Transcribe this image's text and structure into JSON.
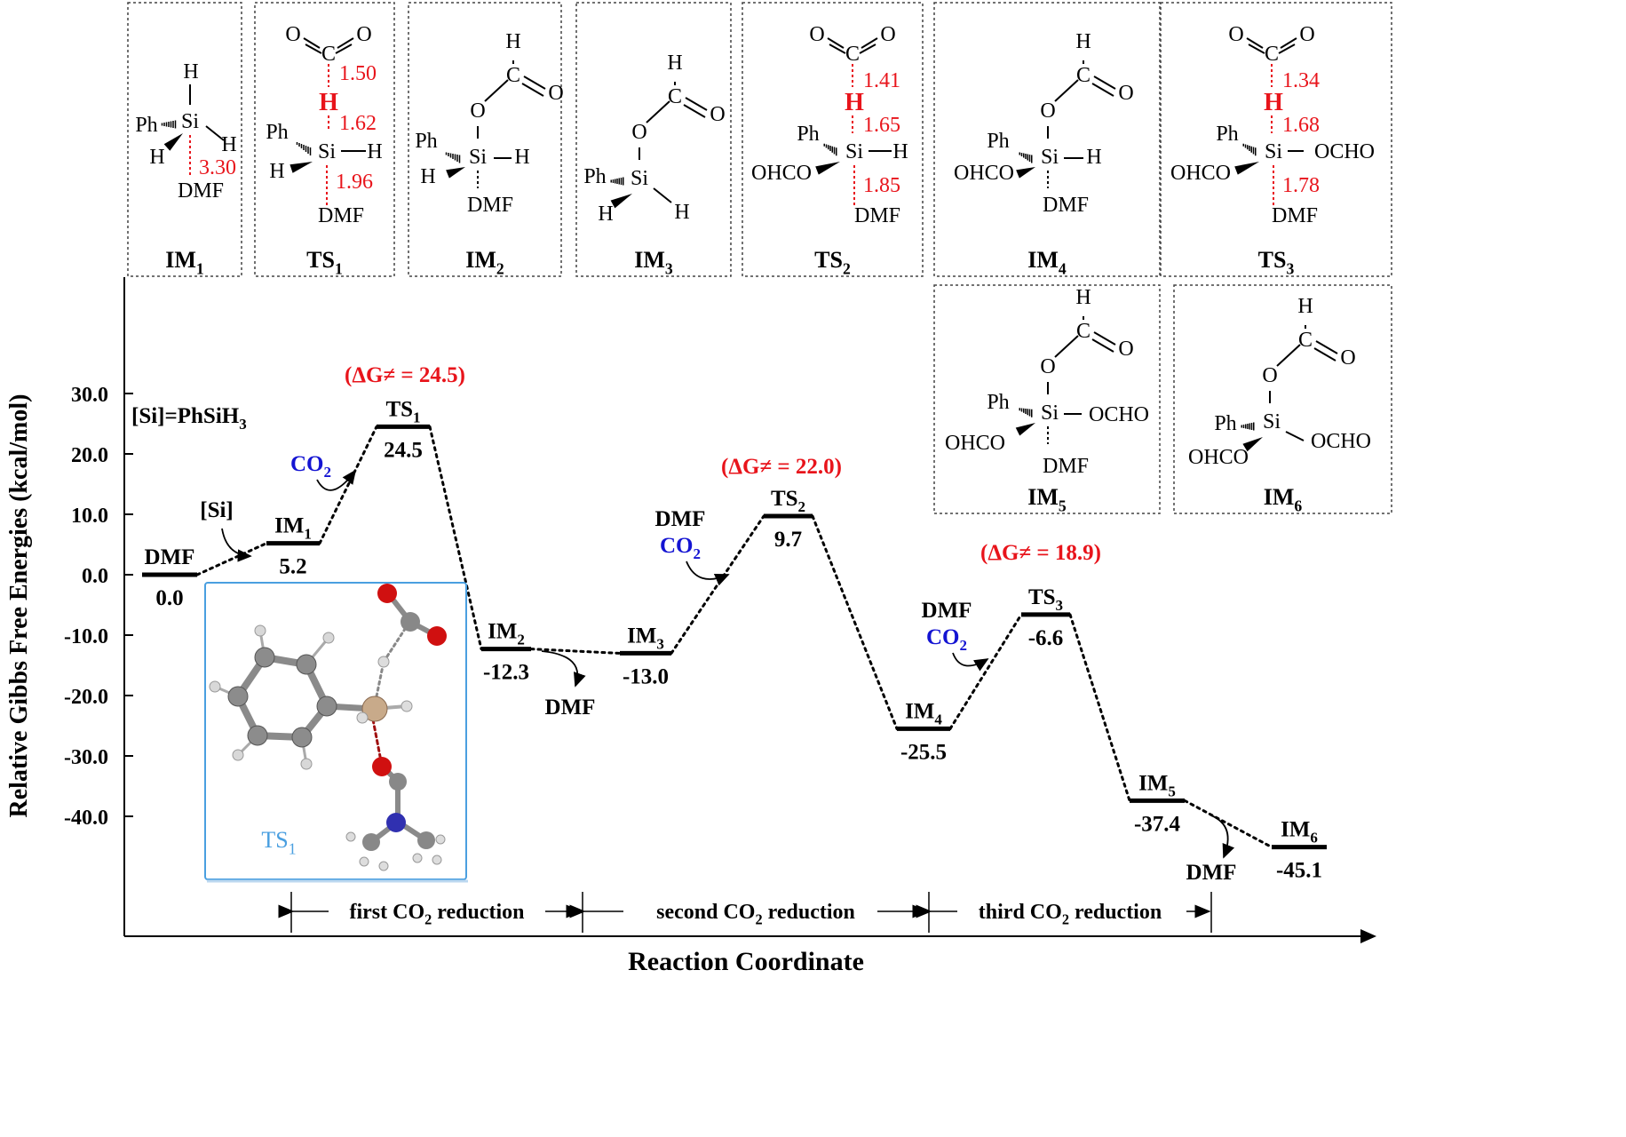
{
  "chart_data": {
    "type": "line",
    "xlabel": "Reaction Coordinate",
    "ylabel": "Relative Gibbs Free Energies (kcal/mol)",
    "yticks": [
      "30.0",
      "20.0",
      "10.0",
      "0.0",
      "-10.0",
      "-20.0",
      "-30.0",
      "-40.0"
    ],
    "ytick_values": [
      30,
      20,
      10,
      0,
      -10,
      -20,
      -30,
      -40
    ],
    "legend_note": "[Si]=PhSiH",
    "legend_note_sub": "3",
    "states": [
      {
        "name": "DMF",
        "sub": "",
        "value": 0.0,
        "value_label": "0.0"
      },
      {
        "name": "IM",
        "sub": "1",
        "value": 5.2,
        "value_label": "5.2"
      },
      {
        "name": "TS",
        "sub": "1",
        "value": 24.5,
        "value_label": "24.5"
      },
      {
        "name": "IM",
        "sub": "2",
        "value": -12.3,
        "value_label": "-12.3"
      },
      {
        "name": "IM",
        "sub": "3",
        "value": -13.0,
        "value_label": "-13.0"
      },
      {
        "name": "TS",
        "sub": "2",
        "value": 9.7,
        "value_label": "9.7"
      },
      {
        "name": "IM",
        "sub": "4",
        "value": -25.5,
        "value_label": "-25.5"
      },
      {
        "name": "TS",
        "sub": "3",
        "value": -6.6,
        "value_label": "-6.6"
      },
      {
        "name": "IM",
        "sub": "5",
        "value": -37.4,
        "value_label": "-37.4"
      },
      {
        "name": "IM",
        "sub": "6",
        "value": -45.1,
        "value_label": "-45.1"
      }
    ],
    "barriers": [
      {
        "text": "(ΔG≠ = 24.5)"
      },
      {
        "text": "(ΔG≠ = 22.0)"
      },
      {
        "text": "(ΔG≠ = 18.9)"
      }
    ],
    "annotations": {
      "si": "[Si]",
      "co2": "CO",
      "co2_sub": "2",
      "dmf": "DMF"
    },
    "stages": [
      {
        "pre": "first CO",
        "sub": "2",
        "post": " reduction"
      },
      {
        "pre": "second CO",
        "sub": "2",
        "post": " reduction"
      },
      {
        "pre": "third CO",
        "sub": "2",
        "post": " reduction"
      }
    ],
    "inset_label": "TS",
    "inset_label_sub": "1",
    "structures": [
      {
        "name": "IM",
        "sub": "1",
        "distances": [
          "3.30"
        ]
      },
      {
        "name": "TS",
        "sub": "1",
        "distances": [
          "1.50",
          "1.62",
          "1.96"
        ]
      },
      {
        "name": "IM",
        "sub": "2",
        "distances": []
      },
      {
        "name": "IM",
        "sub": "3",
        "distances": []
      },
      {
        "name": "TS",
        "sub": "2",
        "distances": [
          "1.41",
          "1.65",
          "1.85"
        ]
      },
      {
        "name": "IM",
        "sub": "4",
        "distances": []
      },
      {
        "name": "TS",
        "sub": "3",
        "distances": [
          "1.34",
          "1.68",
          "1.78"
        ]
      },
      {
        "name": "IM",
        "sub": "5",
        "distances": []
      },
      {
        "name": "IM",
        "sub": "6",
        "distances": []
      }
    ],
    "atoms": {
      "ph": "Ph",
      "si": "Si",
      "h": "H",
      "o": "O",
      "c": "C",
      "dmf": "DMF",
      "ohco": "OHCO",
      "ocho": "OCHO"
    },
    "colors": {
      "barrier": "#e8141b",
      "co2": "#1414d2",
      "distance": "#e8141b",
      "inset": "#4a9fe0"
    }
  }
}
